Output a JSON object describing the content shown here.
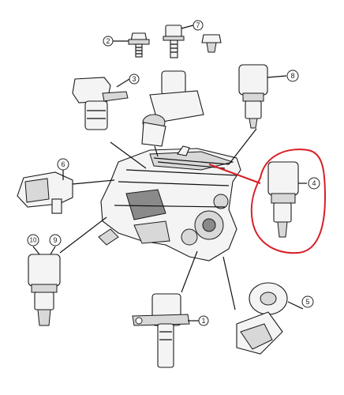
{
  "callouts": [
    {
      "id": "1",
      "label": "1"
    },
    {
      "id": "2",
      "label": "2"
    },
    {
      "id": "3",
      "label": "3"
    },
    {
      "id": "4",
      "label": "4"
    },
    {
      "id": "5",
      "label": "5"
    },
    {
      "id": "6",
      "label": "6"
    },
    {
      "id": "7",
      "label": "7"
    },
    {
      "id": "8",
      "label": "8"
    },
    {
      "id": "9",
      "label": "9"
    },
    {
      "id": "10",
      "label": "10"
    }
  ],
  "highlight": {
    "color": "#d81e27",
    "target": "4"
  },
  "line_color": "#111111"
}
